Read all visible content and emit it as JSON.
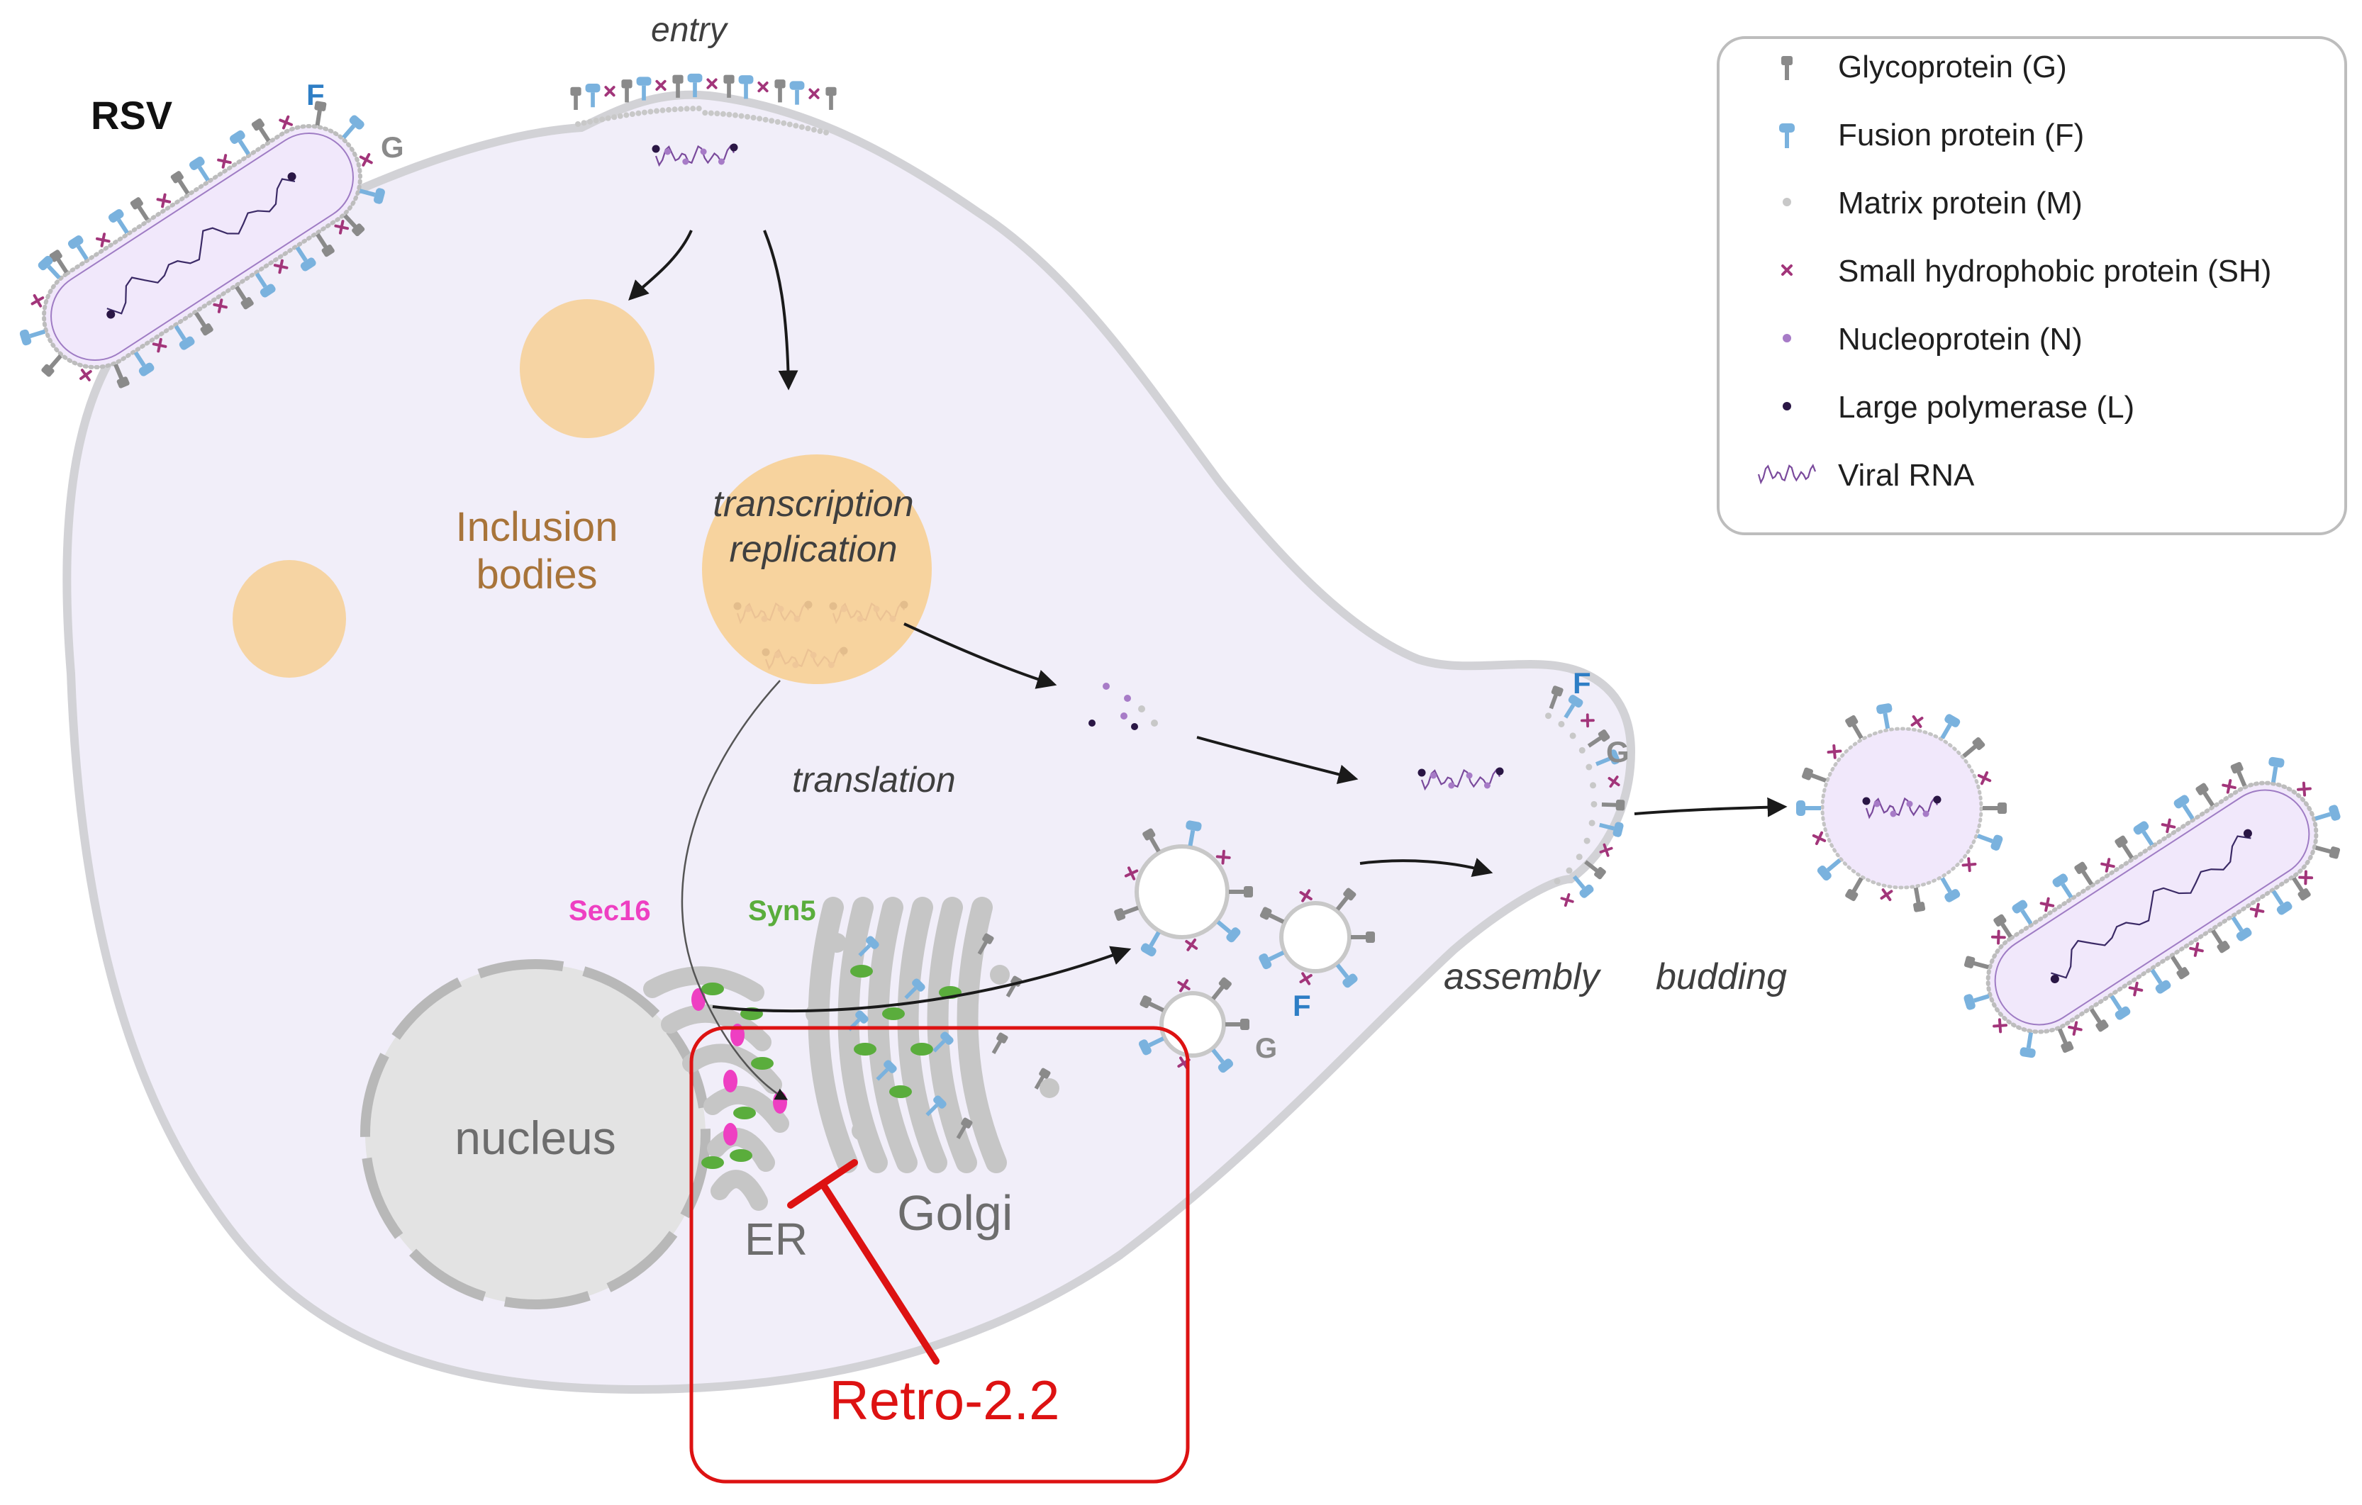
{
  "labels": {
    "rsv": "RSV",
    "f": "F",
    "g": "G",
    "entry": "entry",
    "inclusion_bodies_1": "Inclusion",
    "inclusion_bodies_2": "bodies",
    "transcription": "transcription",
    "replication": "replication",
    "translation": "translation",
    "sec16": "Sec16",
    "syn5": "Syn5",
    "nucleus": "nucleus",
    "er": "ER",
    "golgi": "Golgi",
    "assembly": "assembly",
    "budding": "budding",
    "inhibitor": "Retro-2.2"
  },
  "legend": {
    "items": [
      {
        "icon": "glycoprotein-icon",
        "label": "Glycoprotein (G)"
      },
      {
        "icon": "fusion-protein-icon",
        "label": "Fusion protein (F)"
      },
      {
        "icon": "matrix-protein-icon",
        "label": "Matrix protein (M)"
      },
      {
        "icon": "small-hydrophobic-protein-icon",
        "label": "Small hydrophobic protein (SH)"
      },
      {
        "icon": "nucleoprotein-icon",
        "label": "Nucleoprotein (N)"
      },
      {
        "icon": "large-polymerase-icon",
        "label": "Large polymerase (L)"
      },
      {
        "icon": "viral-rna-icon",
        "label": "Viral RNA"
      }
    ]
  },
  "colors": {
    "cell_fill": "#f1eef9",
    "cell_stroke": "#d2d2d6",
    "inclusion": "#f7cf94",
    "g_protein": "#8a8a8a",
    "f_protein": "#7ab2de",
    "m_protein": "#c8c8c8",
    "sh_protein": "#a2357a",
    "nucleoprotein": "#a77bc7",
    "polymerase": "#2a1645",
    "sec16": "#ee3fc2",
    "syn5": "#5aad3c",
    "inhibitor": "#dd1212",
    "organelle": "#cfcfcf",
    "label_f": "#2e7ec5"
  }
}
